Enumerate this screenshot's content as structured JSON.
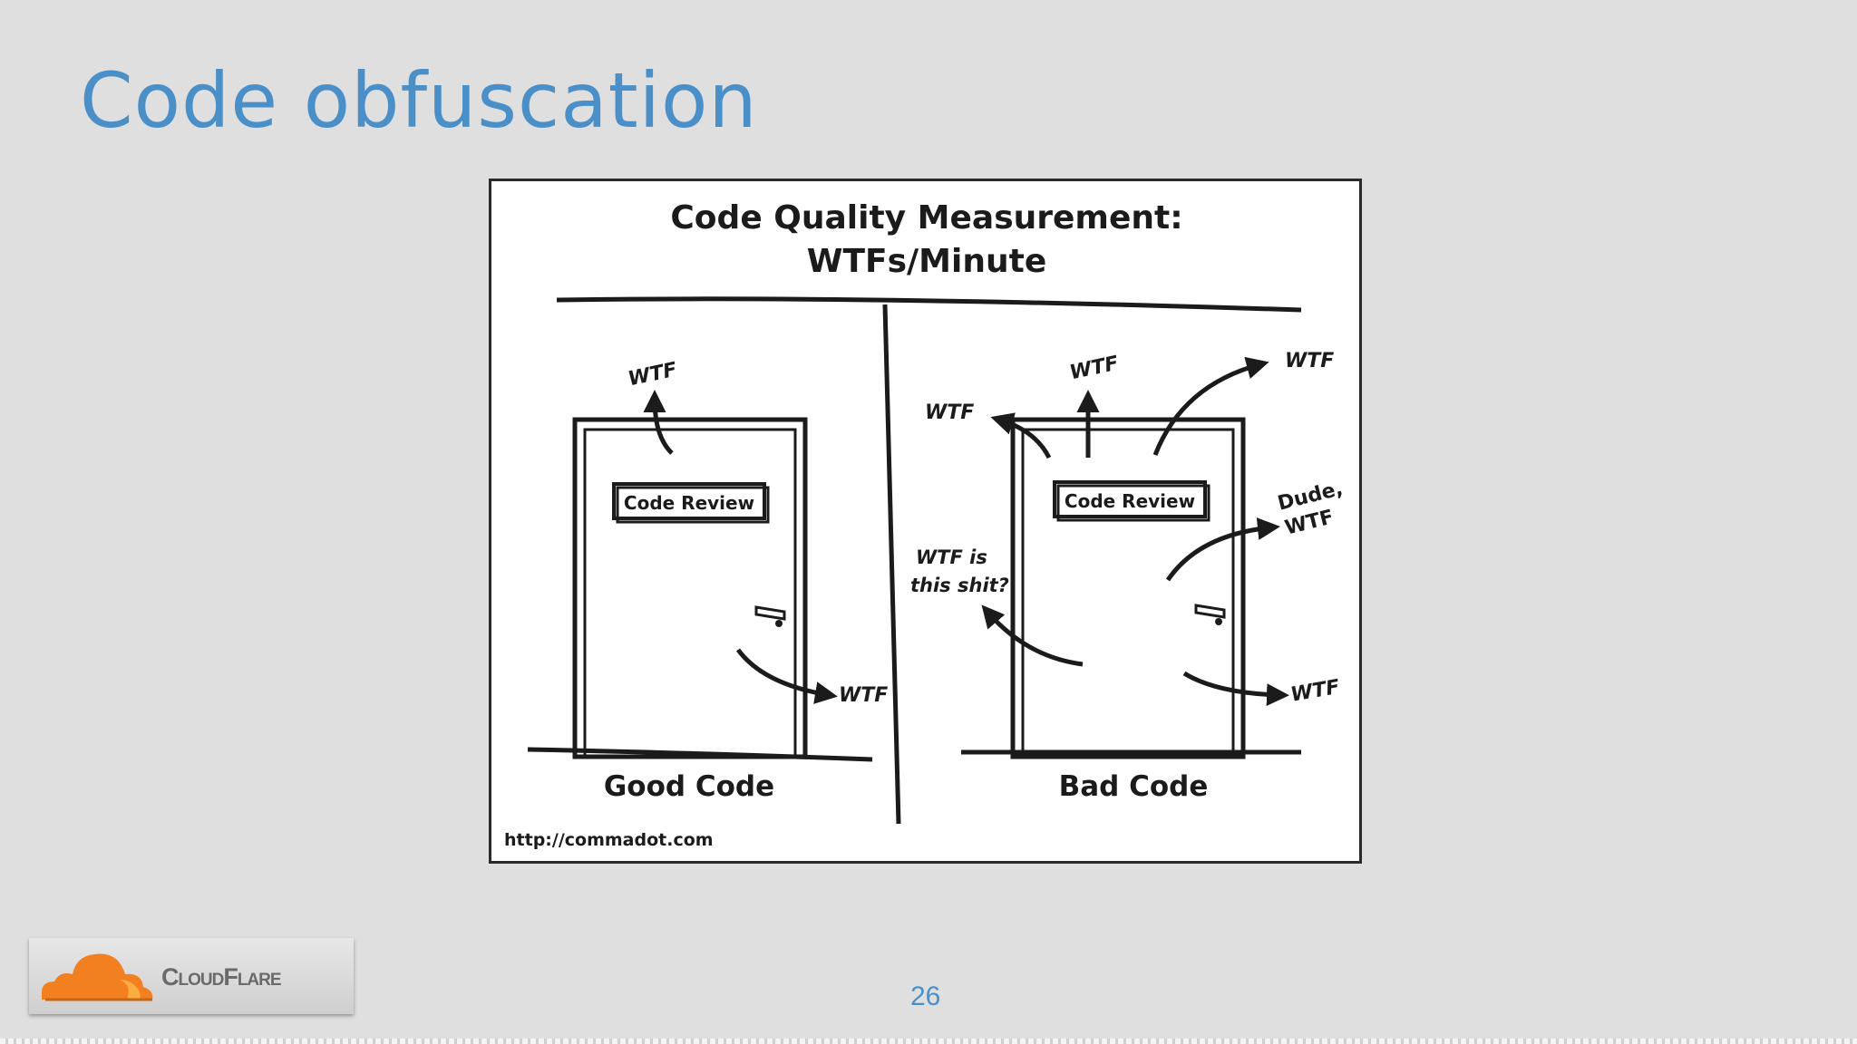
{
  "slide": {
    "title": "Code obfuscation",
    "page_number": "26"
  },
  "comic": {
    "heading_line1": "Code Quality Measurement:",
    "heading_line2": "WTFs/Minute",
    "door_sign": "Code Review",
    "left_caption": "Good Code",
    "right_caption": "Bad Code",
    "wtf": "WTF",
    "wtf_is_line1": "WTF is",
    "wtf_is_line2": "this shit?",
    "dude_line1": "Dude,",
    "dude_line2": "WTF",
    "source_url": "http://commadot.com"
  },
  "logo": {
    "text": "CloudFlare",
    "icon": "cloud-icon"
  },
  "colors": {
    "background": "#dfdfe0",
    "title": "#4a8fc8",
    "cloud_orange": "#f38020"
  }
}
